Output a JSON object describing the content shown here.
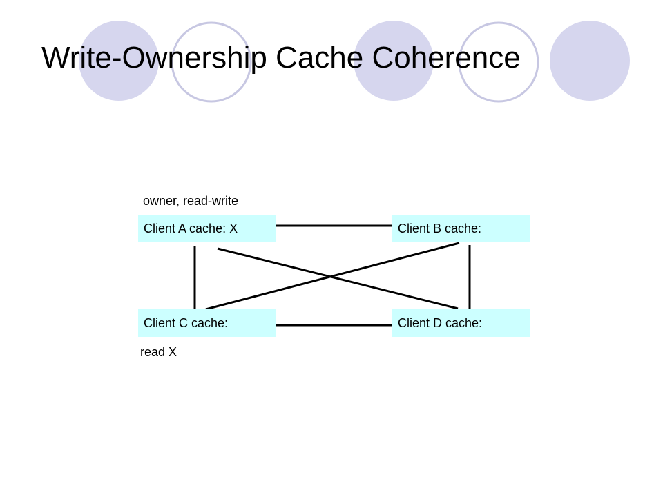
{
  "slide": {
    "title": "Write-Ownership Cache Coherence"
  },
  "theme": {
    "circle_fill": "#d6d6ee",
    "circle_outline": "#c7c7e2",
    "node_fill": "#ccffff",
    "line_color": "#000000"
  },
  "diagram": {
    "nodes": {
      "a": {
        "label": "Client A cache: X"
      },
      "b": {
        "label": "Client B cache:"
      },
      "c": {
        "label": "Client C cache:"
      },
      "d": {
        "label": "Client D cache:"
      }
    },
    "annotations": {
      "a_state": "owner, read-write",
      "c_action": "read X"
    },
    "connections": [
      [
        "a",
        "b"
      ],
      [
        "a",
        "c"
      ],
      [
        "a",
        "d"
      ],
      [
        "b",
        "c"
      ],
      [
        "b",
        "d"
      ],
      [
        "c",
        "d"
      ]
    ]
  }
}
